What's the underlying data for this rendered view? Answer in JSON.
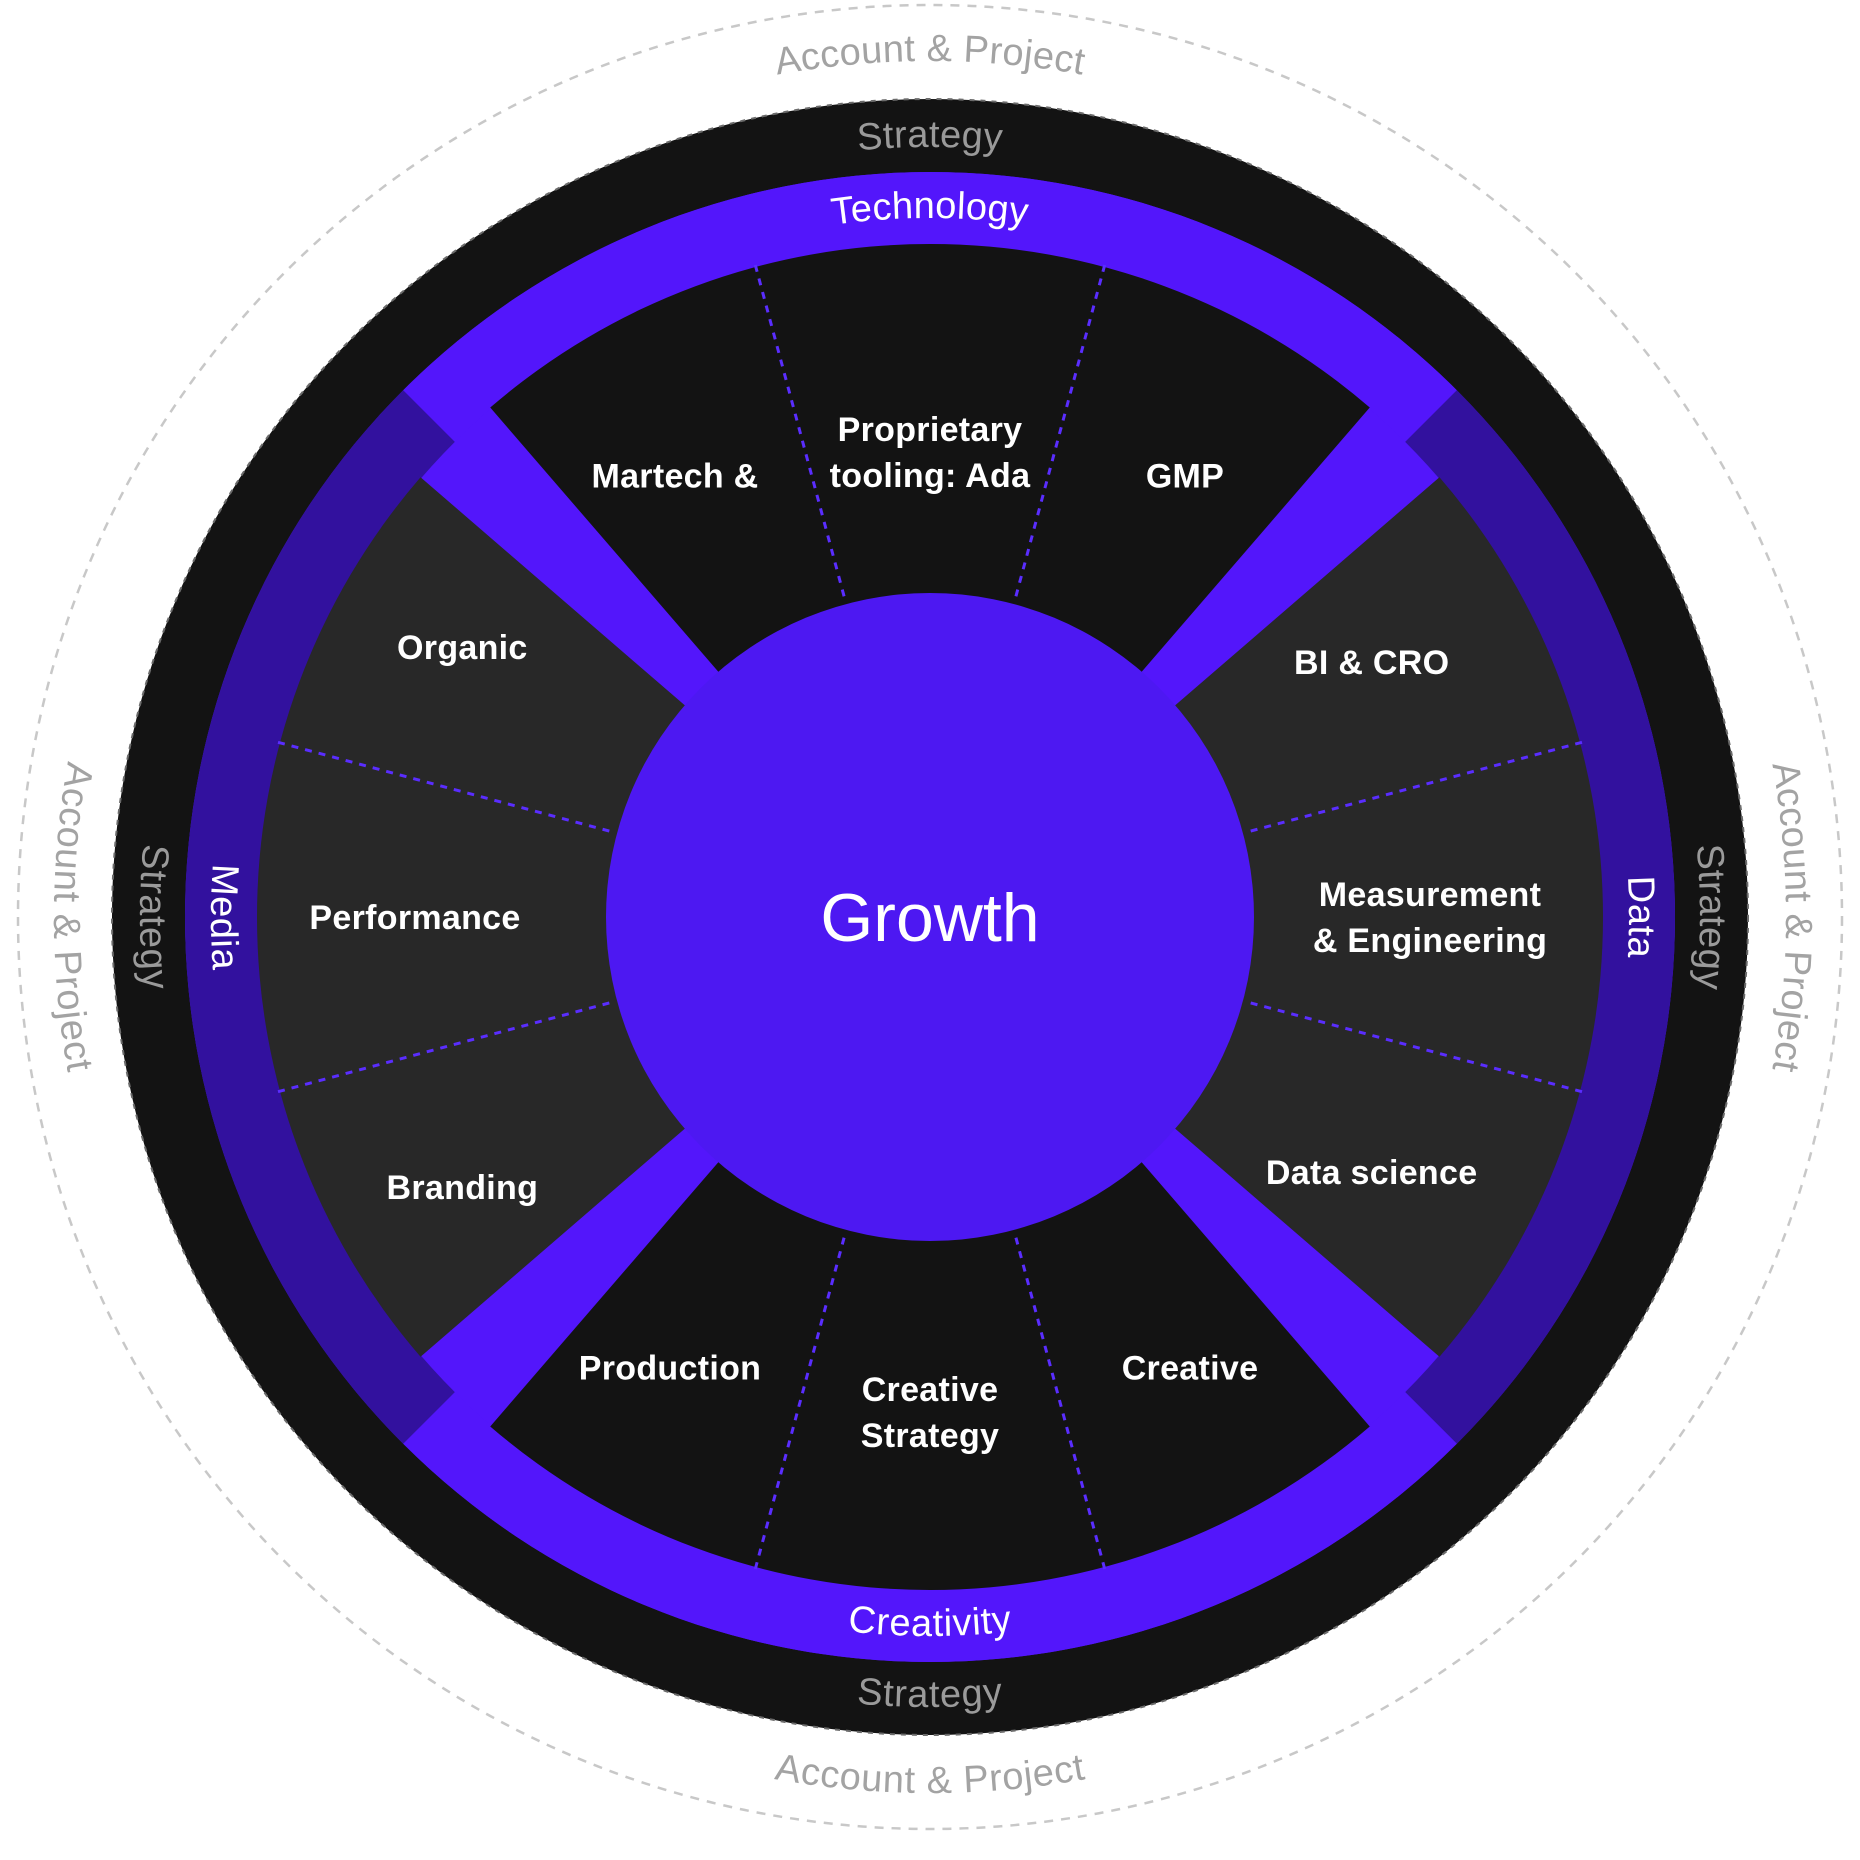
{
  "diagram": {
    "center_label": "Growth",
    "outer_ring_label": "Account & Project",
    "strategy_ring_label": "Strategy",
    "pillars": [
      {
        "name": "Technology",
        "position": "top",
        "segments": [
          {
            "lines": [
              "Martech &"
            ]
          },
          {
            "lines": [
              "Proprietary",
              "tooling: Ada"
            ]
          },
          {
            "lines": [
              "GMP"
            ]
          }
        ]
      },
      {
        "name": "Data",
        "position": "right",
        "segments": [
          {
            "lines": [
              "BI & CRO"
            ]
          },
          {
            "lines": [
              "Measurement",
              "& Engineering"
            ]
          },
          {
            "lines": [
              "Data science"
            ]
          }
        ]
      },
      {
        "name": "Creativity",
        "position": "bottom",
        "segments": [
          {
            "lines": [
              "Creative"
            ]
          },
          {
            "lines": [
              "Creative",
              "Strategy"
            ]
          },
          {
            "lines": [
              "Production"
            ]
          }
        ]
      },
      {
        "name": "Media",
        "position": "left",
        "segments": [
          {
            "lines": [
              "Branding"
            ]
          },
          {
            "lines": [
              "Performance"
            ]
          },
          {
            "lines": [
              "Organic"
            ]
          }
        ]
      }
    ]
  },
  "colors": {
    "outer_ring_text": "#a3a3a3",
    "outer_dash": "#c8c8c8",
    "strategy_ring": "#131313",
    "strategy_text": "#9a9a9a",
    "bright_purple": "#5316fb",
    "dark_purple": "#32119e",
    "quadrant_dark": "#131313",
    "quadrant_gray": "#282828",
    "center_fill": "#4d18f2",
    "text_white": "#ffffff",
    "divider_dash": "#5a2dff"
  }
}
